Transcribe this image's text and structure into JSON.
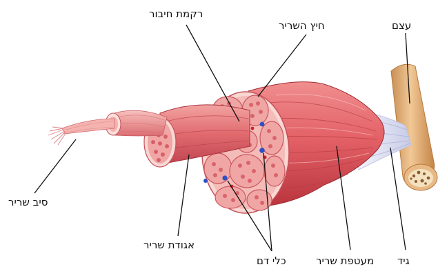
{
  "diagram": {
    "labels": {
      "connective_tissue": "רקמת חיבור",
      "muscle_sheath": "חיץ השריר",
      "bone": "עצם",
      "muscle_fiber": "סיב שריר",
      "muscle_bundle": "אגודת שריר",
      "blood_vessels": "כלי דם",
      "muscle_wrap": "מעטפת שריר",
      "tendon": "גיד"
    },
    "colors": {
      "muscle": "#e4686c",
      "muscle_dark": "#b9343d",
      "muscle_light": "#f4a5a3",
      "section_fill": "#f0a6a4",
      "section_dots": "#d24e58",
      "wrap_light": "#f9d7d2",
      "vessel_blue": "#2f4fc4",
      "vessel_red": "#d2232e",
      "tendon": "#d7dbef",
      "bone": "#e4b27e",
      "bone_dark": "#b97d43",
      "marrow": "#f3e1bf",
      "leader_line": "#111111"
    }
  }
}
